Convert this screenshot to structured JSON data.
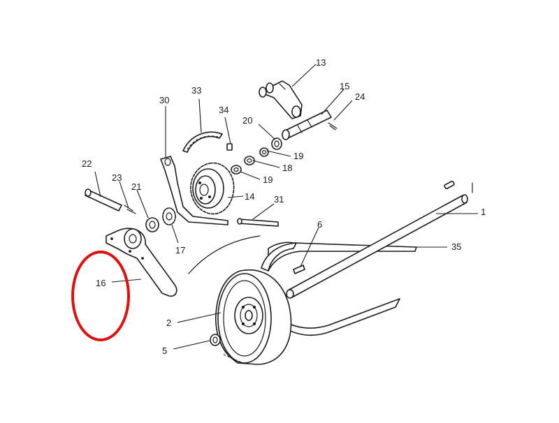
{
  "callouts": {
    "c1": "1",
    "c2": "2",
    "c5": "5",
    "c6": "6",
    "c13": "13",
    "c14": "14",
    "c15": "15",
    "c16": "16",
    "c17": "17",
    "c18": "18",
    "c19a": "19",
    "c19b": "19",
    "c20": "20",
    "c21": "21",
    "c22": "22",
    "c23": "23",
    "c24": "24",
    "c30": "30",
    "c31": "31",
    "c33": "33",
    "c34": "34",
    "c35": "35"
  },
  "highlight": {
    "color": "#dd1111",
    "target": "16"
  },
  "colors": {
    "ink": "#1a1a1a",
    "background": "#ffffff"
  }
}
